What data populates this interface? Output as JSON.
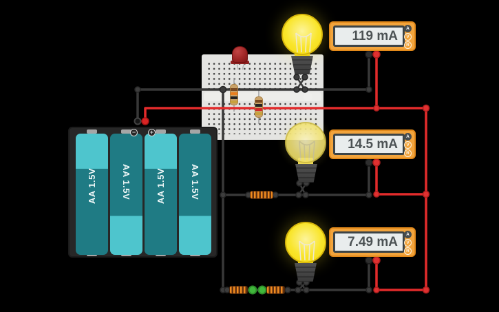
{
  "app": {
    "view_label": "circuit-canvas"
  },
  "components": {
    "multimeters": [
      {
        "reading": "119 mA",
        "mode_buttons": [
          "A",
          "V",
          "R"
        ],
        "active_mode": "A"
      },
      {
        "reading": "14.5 mA",
        "mode_buttons": [
          "A",
          "V",
          "R"
        ],
        "active_mode": "A"
      },
      {
        "reading": "7.49 mA",
        "mode_buttons": [
          "A",
          "V",
          "R"
        ],
        "active_mode": "A"
      }
    ],
    "battery_pack": {
      "cells": [
        "AA 1.5V",
        "AA 1.5V",
        "AA 1.5V",
        "AA 1.5V"
      ],
      "minus_symbol": "−",
      "plus_symbol": "+"
    },
    "bulbs": [
      {
        "state": "bright"
      },
      {
        "state": "dim"
      },
      {
        "state": "bright"
      }
    ]
  },
  "colors": {
    "wire_black": "#383838",
    "wire_red": "#e22b2b",
    "meter_body": "#f2a43c",
    "meter_display_bg": "#e9eded",
    "battery_teal_dark": "#1f7b84",
    "battery_teal_light": "#4ec5cd",
    "bulb_yellow": "#f5d90d",
    "led_red": "#9c2424",
    "green_terminal": "#41b83c"
  }
}
